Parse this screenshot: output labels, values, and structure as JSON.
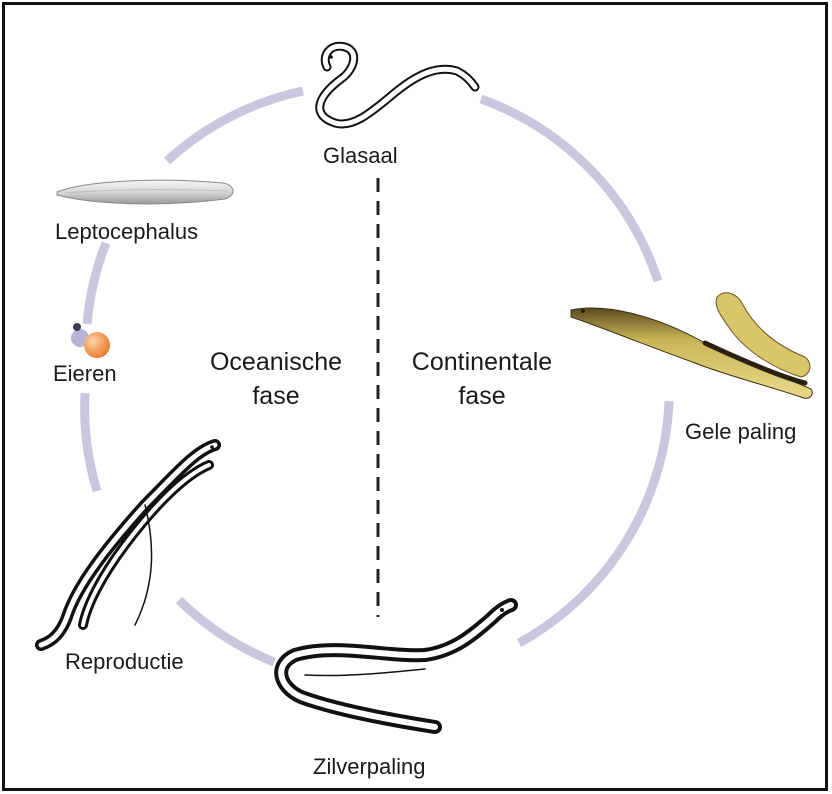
{
  "stages": {
    "glasaal": "Glasaal",
    "gele_paling": "Gele paling",
    "zilverpaling": "Zilverpaling",
    "reproductie": "Reproductie",
    "eieren": "Eieren",
    "leptocephalus": "Leptocephalus"
  },
  "phases": {
    "oceanic": {
      "line1": "Oceanische",
      "line2": "fase"
    },
    "continental": {
      "line1": "Continentale",
      "line2": "fase"
    }
  },
  "colors": {
    "cycle_ring": "#c9c6de",
    "frame": "#111111",
    "divider": "#222222",
    "yellow_eel": "#b9a548",
    "egg_orange": "#f0903a",
    "egg_lilac": "#b8b2d6"
  }
}
